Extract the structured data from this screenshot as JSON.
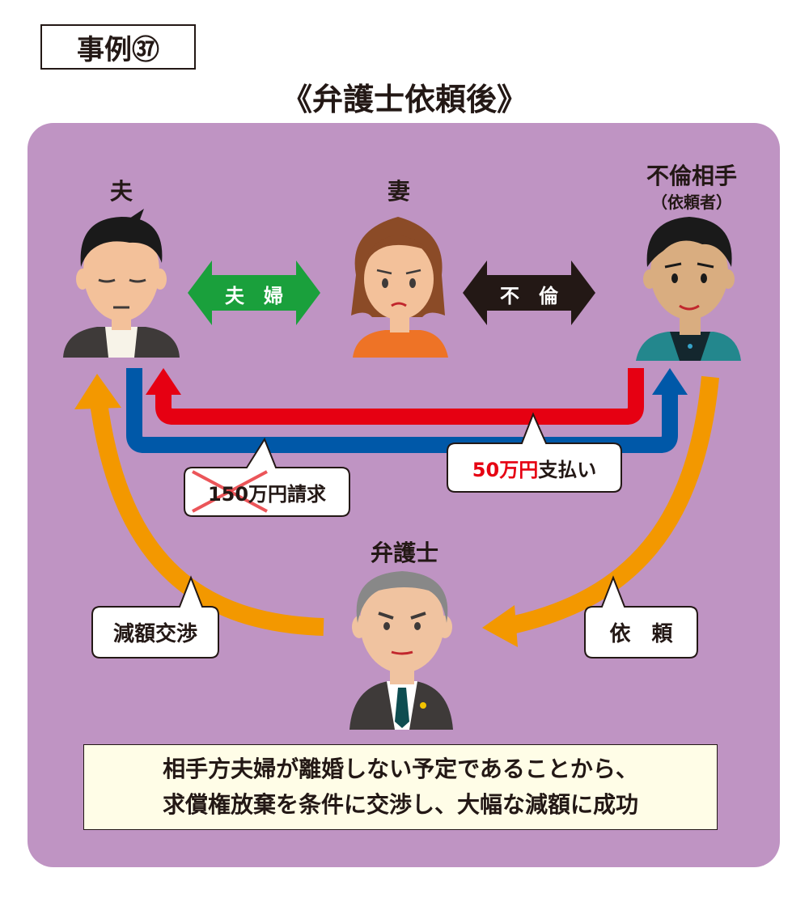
{
  "header": {
    "case_label": "事例㊲",
    "title": "《弁護士依頼後》"
  },
  "people": {
    "husband": "夫",
    "wife": "妻",
    "partner": "不倫相手",
    "partner_sub": "（依頼者）",
    "lawyer": "弁護士"
  },
  "arrows": {
    "couple": "夫　婦",
    "affair": "不　倫"
  },
  "bubbles": {
    "claim_amount": "150万円",
    "claim_suffix": "請求",
    "payment_amount": "50万円",
    "payment_suffix": "支払い",
    "negotiation": "減額交渉",
    "request": "依　頼"
  },
  "note": {
    "line1": "相手方夫婦が離婚しない予定であることから、",
    "line2": "求償権放棄を条件に交渉し、大幅な減額に成功"
  },
  "colors": {
    "panel": "#bf94c3",
    "couple_arrow": "#1aa03c",
    "affair_arrow": "#231815",
    "payment_arrow": "#e60012",
    "claim_arrow": "#0058a8",
    "lawyer_arrows": "#f39800",
    "strike": "#e8383d",
    "note_background": "#fffde7"
  },
  "icons": [
    "husband-icon",
    "wife-icon",
    "partner-icon",
    "lawyer-icon"
  ]
}
